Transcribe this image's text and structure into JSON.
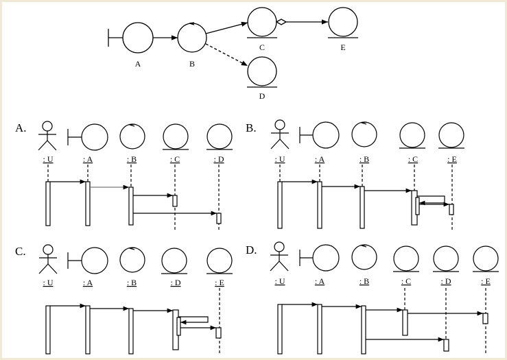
{
  "top_diagram": {
    "labels": {
      "A": "A",
      "B": "B",
      "C": "C",
      "D": "D",
      "E": "E"
    }
  },
  "options": [
    {
      "key": "A.",
      "objects": [
        ": U",
        ": A",
        ": B",
        ": C",
        ": D"
      ]
    },
    {
      "key": "B.",
      "objects": [
        ": U",
        ": A",
        ": B",
        ": C",
        ": E"
      ]
    },
    {
      "key": "C.",
      "objects": [
        ": U",
        ": A",
        ": B",
        ": D",
        ": E"
      ]
    },
    {
      "key": "D.",
      "objects": [
        ": U",
        ": A",
        ": B",
        ": C",
        ": D",
        ": E"
      ]
    }
  ]
}
